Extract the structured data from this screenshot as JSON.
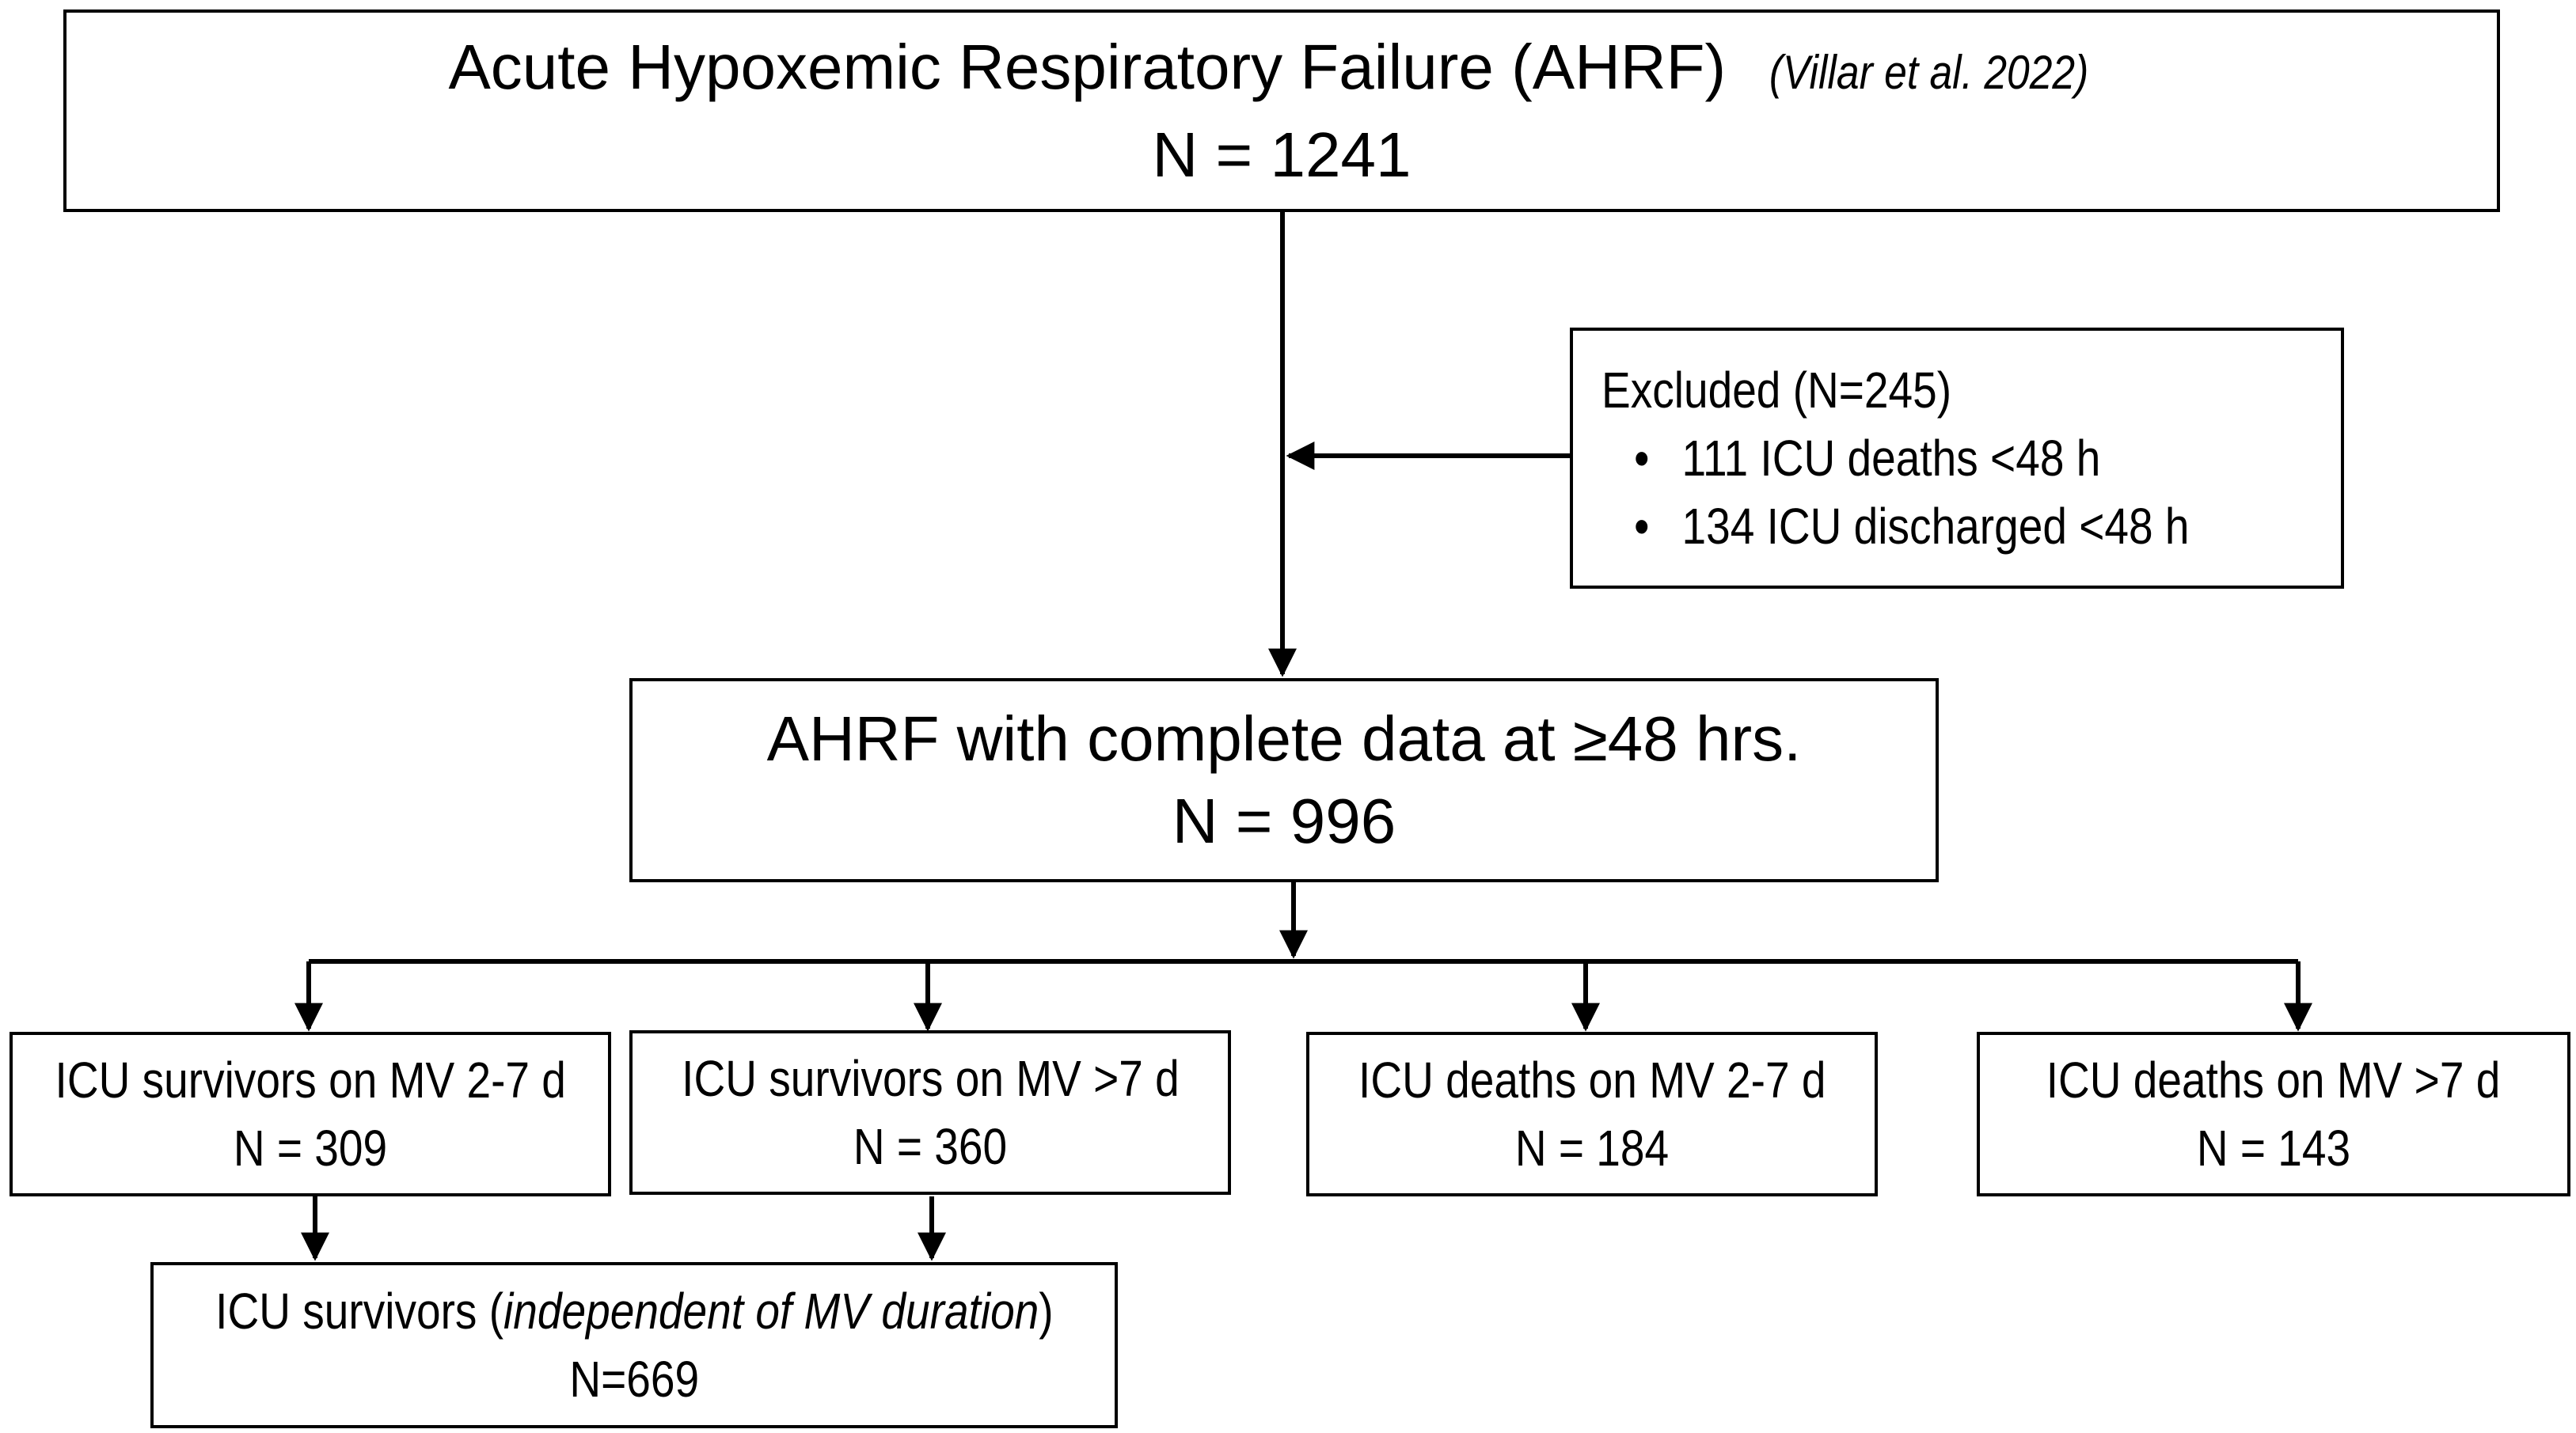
{
  "top": {
    "title": "Acute Hypoxemic Respiratory Failure (AHRF)",
    "citation": "(Villar et al. 2022)",
    "n": "N = 1241"
  },
  "excluded": {
    "heading": "Excluded (N=245)",
    "bullet_symbol": "•",
    "items": [
      "111 ICU deaths <48 h",
      "134 ICU discharged <48 h"
    ]
  },
  "complete": {
    "title": "AHRF with complete data at ≥48 hrs.",
    "n": "N = 996"
  },
  "groups": [
    {
      "label": "ICU survivors on MV 2-7 d",
      "n": "N = 309"
    },
    {
      "label": "ICU survivors on MV >7 d",
      "n": "N = 360"
    },
    {
      "label": "ICU deaths on MV 2-7 d",
      "n": "N = 184"
    },
    {
      "label": "ICU deaths on MV >7 d",
      "n": "N = 143"
    }
  ],
  "survivors": {
    "label_prefix": "ICU survivors (",
    "label_italic": "independent of MV duration",
    "label_suffix": ")",
    "n": "N=669"
  }
}
